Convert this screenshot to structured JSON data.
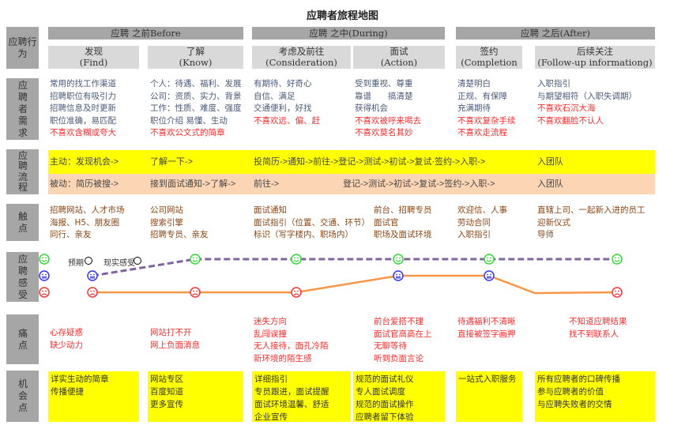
{
  "title": "应聘者旅程地图",
  "row_labels": {
    "behavior": "应聘行为",
    "needs": "应聘者需求",
    "process": "应聘流程",
    "touchpoints": "触点",
    "feelings": "应聘感受",
    "pain": "痛点",
    "opportunity": "机会点"
  },
  "phases": [
    "应聘 之前Before",
    "应聘 之中(During)",
    "应聘 之后(After)"
  ],
  "stages": [
    {
      "cn": "发现",
      "en": "(Find)"
    },
    {
      "cn": "了解",
      "en": "(Know)"
    },
    {
      "cn": "考虑及前往",
      "en": "(Consideration)"
    },
    {
      "cn": "面试",
      "en": "(Action)"
    },
    {
      "cn": "签约",
      "en": "(Completion"
    },
    {
      "cn": "后续关注",
      "en": "(Follow-up informationg)"
    }
  ],
  "needs": [
    {
      "likes": [
        "常用的找工作渠道",
        "招聘职位有吸引力",
        "招聘信息及时更新",
        "职位准确，易匹配"
      ],
      "dislikes": [
        "不喜欢含糊或夸大"
      ]
    },
    {
      "likes": [
        "个人：待遇、福利、发展",
        "公司：资质、实力、背景",
        "工作：性质、难度、强度",
        "职位介绍 易懂、生动"
      ],
      "dislikes": [
        "不喜欢公文式的简章"
      ]
    },
    {
      "likes": [
        "有期待、好奇心",
        "自信、满足",
        "交通便利，好找"
      ],
      "dislikes": [
        "不喜欢远、偏、赶"
      ]
    },
    {
      "likes": [
        "受到重视、尊重",
        "靠谱　　搞清楚",
        "获得机会"
      ],
      "dislikes": [
        "不喜欢被呼来喝去",
        "不喜欢莫名其妙"
      ]
    },
    {
      "likes": [
        "清楚明白",
        "正规、有保障",
        "充满期待"
      ],
      "dislikes": [
        "不喜欢复杂手续",
        "不喜欢走流程"
      ]
    },
    {
      "likes": [
        "入职指引",
        "与期望相符（入职失调期）"
      ],
      "dislikes": [
        "不喜欢石沉大海",
        "不喜欢翻脸不认人"
      ]
    }
  ],
  "process": {
    "active": [
      "主动：发现机会->",
      "了解一下->",
      "投简历->通知->前往->登记->测试->初试->复试·签约->入职->",
      "入团队"
    ],
    "passive": [
      "被动：简历被搜->",
      "接到面试通知->了解->",
      "前往->",
      "登记->测试->初试->复试->签约->入职->",
      "入团队"
    ],
    "colors": {
      "active": "#ffff00",
      "passive": "#fcd5b4"
    }
  },
  "touchpoints": [
    [
      "招聘网站、人才市场",
      "海报、H5、朋友圈",
      "同行、亲友"
    ],
    [
      "公司网站",
      "搜索引擎",
      "招聘专员、亲友"
    ],
    [
      "面试通知",
      "面试指引（位置、交通、环节）",
      "标识（写字楼内、职场内）"
    ],
    [
      "前台、招聘专员",
      "面试官",
      "职场及面试环境"
    ],
    [
      "欢迎信、人事",
      "劳动合同",
      "入职指引"
    ],
    [
      "直辖上司、一起新入进的员工",
      "迎新仪式",
      "导师"
    ]
  ],
  "feelings": {
    "legend": {
      "expected": "预期",
      "reality": "现实感受"
    },
    "scale": [
      "happy",
      "neutral",
      "sad"
    ],
    "expected": [
      "neutral",
      "happy",
      "happy",
      "happy",
      "happy",
      "happy"
    ],
    "reality": [
      "sad",
      "sad",
      "sad",
      "neutral",
      "neutral",
      "sad"
    ],
    "colors": {
      "expected": "#8064a2",
      "reality": "#f79646",
      "happy": "#33dd33",
      "neutral": "#3333ff",
      "sad": "#ff3333"
    }
  },
  "pain_points": [
    [
      "心存疑惑",
      "缺少动力"
    ],
    [
      "网站打不开",
      "网上负面消息"
    ],
    [
      "迷失方向",
      "乱闯误撞",
      "无人接待，面孔冷陌",
      "新环境的陌生感"
    ],
    [
      "前台爱搭不理",
      "面试官高高在上",
      "无聊等待",
      "听到负面言论"
    ],
    [
      "待遇福利不清晰",
      "直接被签字画押"
    ],
    [
      "不知道应聘结果",
      "找不到联系人"
    ]
  ],
  "opportunities": [
    [
      "详实生动的简章",
      "传播便捷"
    ],
    [
      "网站专区",
      "百度知道",
      "更多宣传"
    ],
    [
      "详细指引",
      "专员跟进，面试提醒",
      "面试环境温馨、舒适",
      "企业宣传"
    ],
    [
      "规范的面试礼仪",
      "专人面试调度",
      "规范的面试操作",
      "应聘者留下体验"
    ],
    [
      "一站式入职服务"
    ],
    [
      "所有应聘者的口碑传播",
      "参与应聘者的价值",
      "与应聘失败者的交情"
    ]
  ]
}
